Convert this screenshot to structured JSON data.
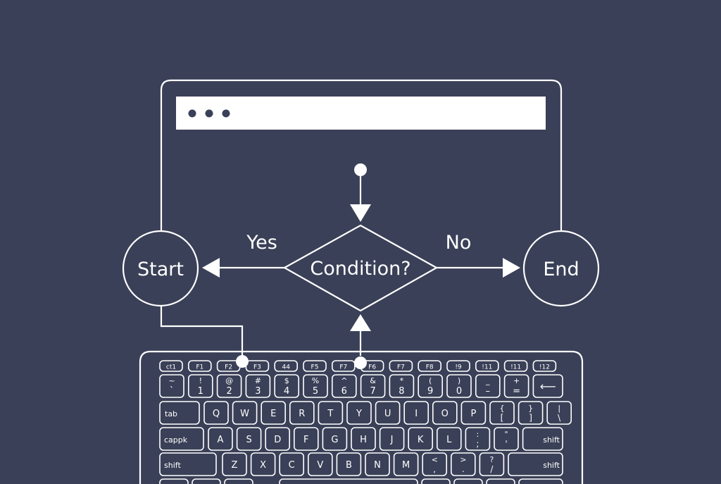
{
  "diagram": {
    "nodes": {
      "start": "Start",
      "condition": "Condition?",
      "end": "End"
    },
    "edges": {
      "yes": "Yes",
      "no": "No"
    }
  },
  "keyboard": {
    "row_fn": [
      "ct1",
      "F1",
      "F2",
      "F3",
      "44",
      "F5",
      "F7",
      "F6",
      "F7",
      "F8",
      "!9",
      "!11",
      "!11",
      "!12"
    ],
    "row_num": [
      {
        "top": "~",
        "bottom": "`"
      },
      {
        "top": "!",
        "bottom": "1"
      },
      {
        "top": "@",
        "bottom": "2"
      },
      {
        "top": "#",
        "bottom": "3"
      },
      {
        "top": "$",
        "bottom": "4"
      },
      {
        "top": "%",
        "bottom": "5"
      },
      {
        "top": "^",
        "bottom": "6"
      },
      {
        "top": "&",
        "bottom": "7"
      },
      {
        "top": "*",
        "bottom": "8"
      },
      {
        "top": "(",
        "bottom": "9"
      },
      {
        "top": ")",
        "bottom": "0"
      },
      {
        "top": "_",
        "bottom": "–"
      },
      {
        "top": "+",
        "bottom": "="
      }
    ],
    "backspace": "⟵",
    "tab": "tab",
    "row_q": [
      "Q",
      "W",
      "E",
      "R",
      "T",
      "Y",
      "U",
      "I",
      "O",
      "P"
    ],
    "row_q_extra": [
      {
        "top": "{",
        "bottom": "["
      },
      {
        "top": "}",
        "bottom": "]"
      },
      {
        "top": "|",
        "bottom": "\\"
      }
    ],
    "caps": "cappk",
    "row_a": [
      "A",
      "S",
      "D",
      "F",
      "G",
      "H",
      "J",
      "K",
      "L"
    ],
    "row_a_extra": [
      {
        "top": ":",
        "bottom": ";"
      },
      {
        "top": "\"",
        "bottom": "'"
      }
    ],
    "shift_right_a": "shift",
    "shift_left": "shift",
    "row_z": [
      "Z",
      "X",
      "C",
      "V",
      "B",
      "N",
      "M"
    ],
    "row_z_extra": [
      {
        "top": "<",
        "bottom": ","
      },
      {
        "top": ">",
        "bottom": "."
      },
      {
        "top": "?",
        "bottom": "/"
      }
    ],
    "shift_right_z": "shift"
  },
  "colors": {
    "background": "#3a4057",
    "foreground": "#ffffff"
  }
}
